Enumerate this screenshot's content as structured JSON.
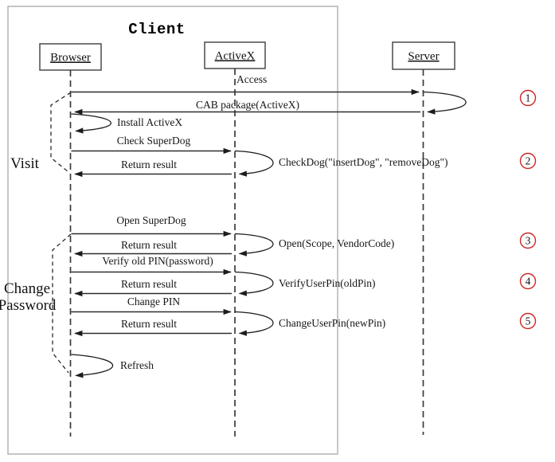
{
  "diagram": {
    "title": "Client",
    "actors": [
      {
        "name": "Browser"
      },
      {
        "name": "ActiveX"
      },
      {
        "name": "Server"
      }
    ],
    "phases": {
      "visit": "Visit",
      "change_password_line1": "Change",
      "change_password_line2": "Password"
    },
    "messages": {
      "access": "Access",
      "cab_package": "CAB package(ActiveX)",
      "install_activex": "Install ActiveX",
      "check_superdog": "Check SuperDog",
      "return_result": "Return result",
      "checkdog_call": "CheckDog(\"insertDog\", \"removeDog\")",
      "open_superdog": "Open SuperDog",
      "open_call": "Open(Scope, VendorCode)",
      "verify_old_pin": "Verify old PIN(password)",
      "verifyuserpin_call": "VerifyUserPin(oldPin)",
      "change_pin": "Change PIN",
      "changeuserpin_call": "ChangeUserPin(newPin)",
      "refresh": "Refresh"
    },
    "step_markers": [
      "1",
      "2",
      "3",
      "4",
      "5"
    ],
    "colors": {
      "step_circle": "#cf2626",
      "line": "#2e2e2e",
      "client_border": "#b4b4b4"
    }
  }
}
